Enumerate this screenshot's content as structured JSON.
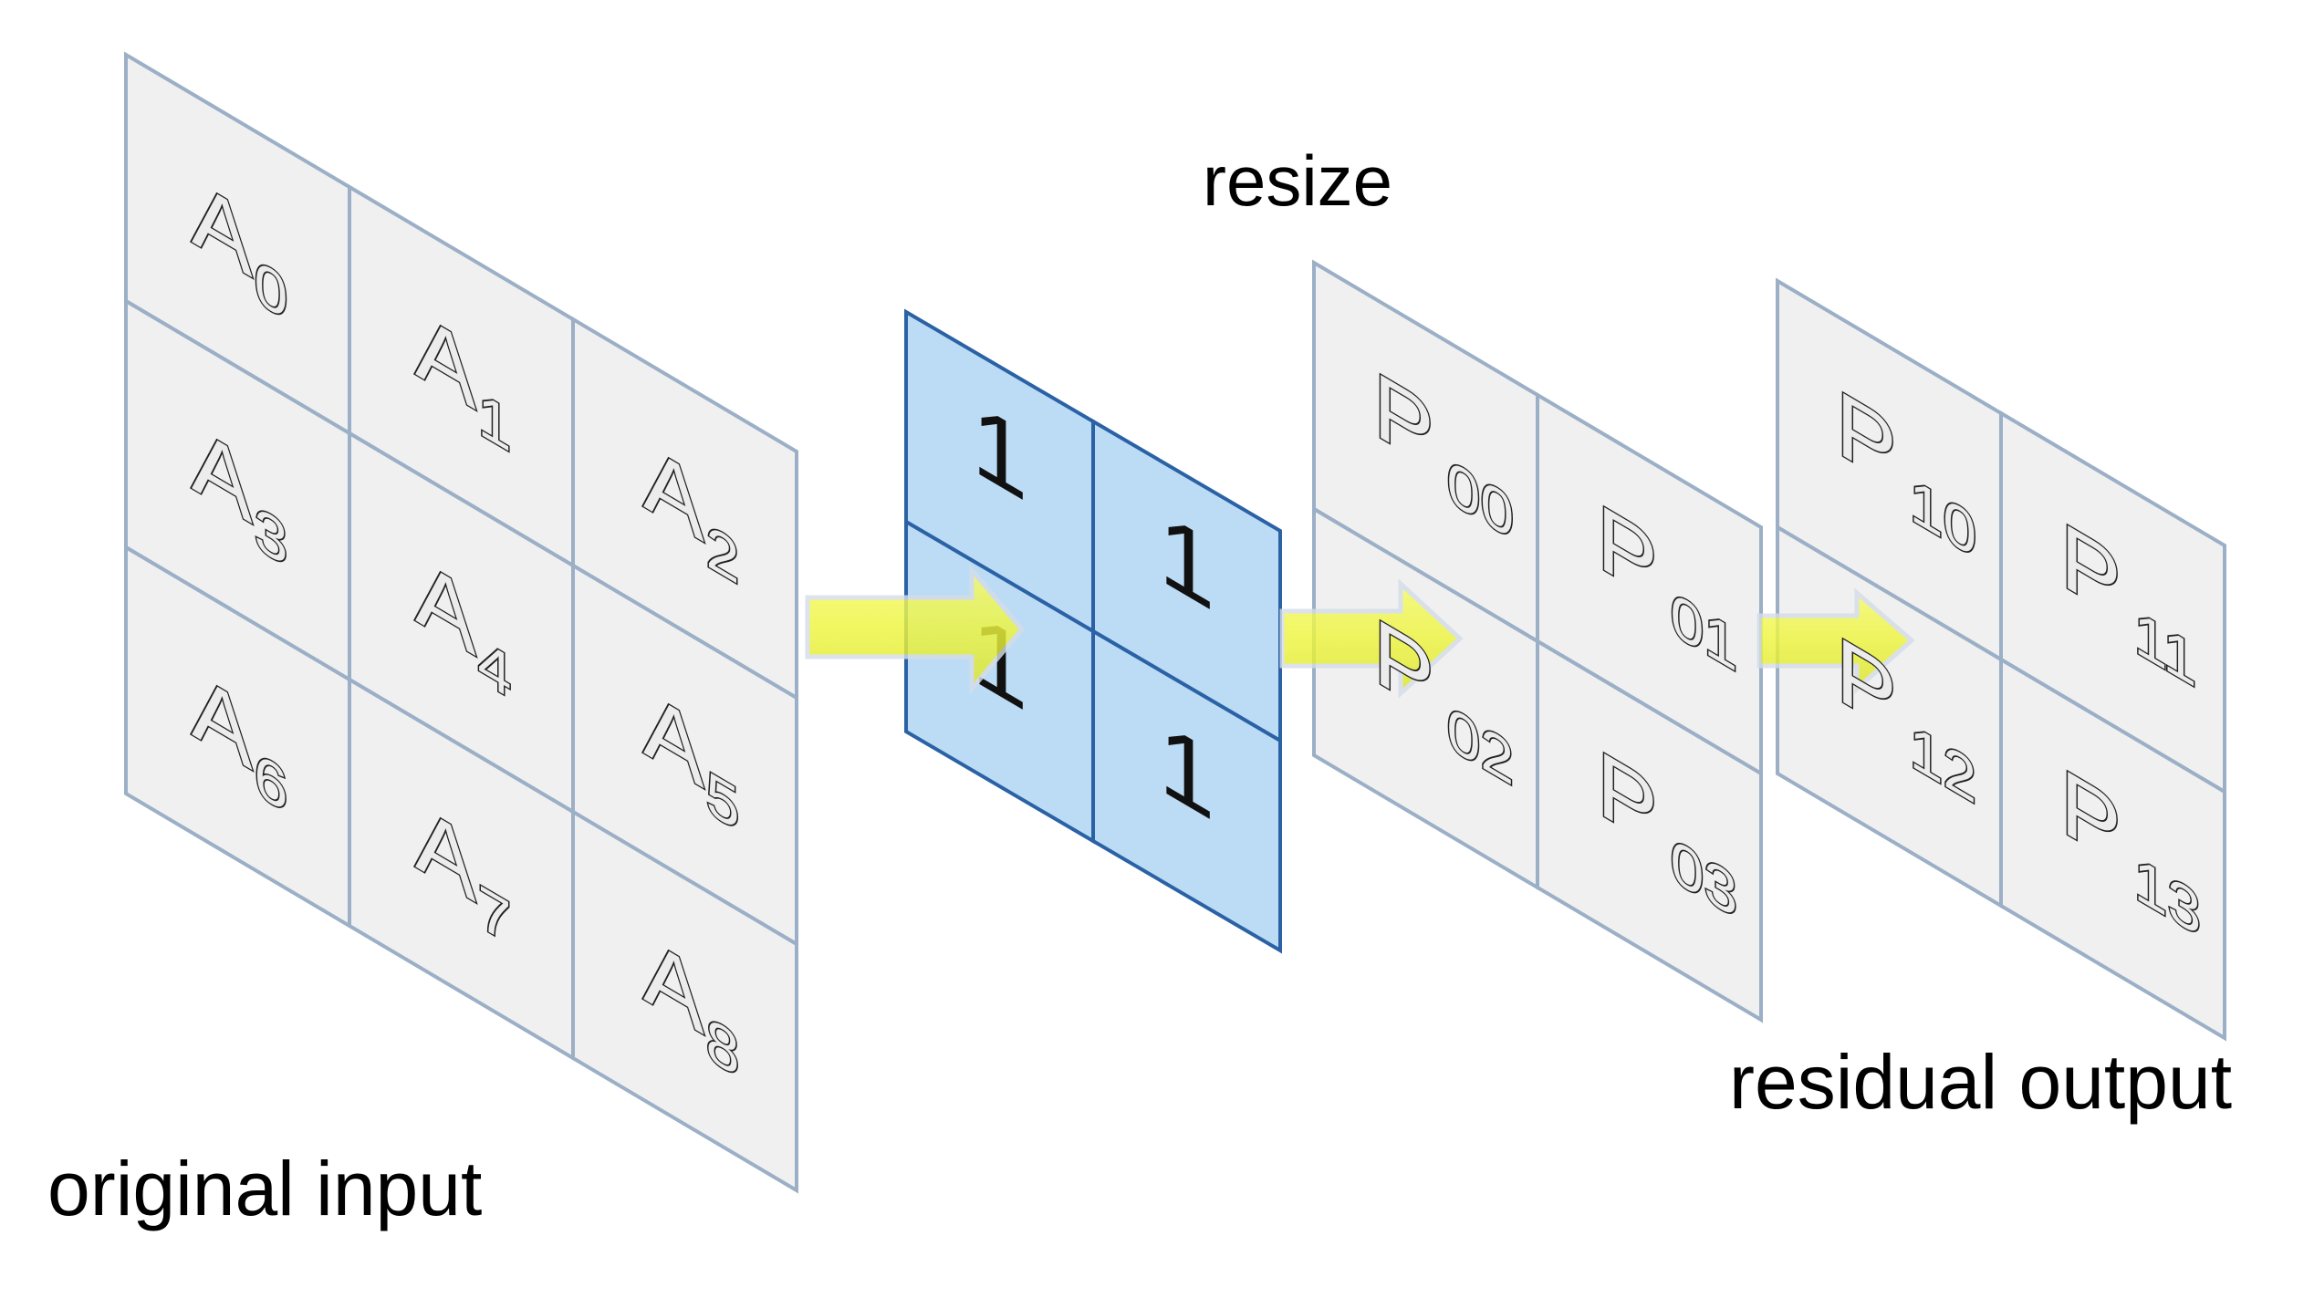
{
  "labels": {
    "original_input": "original input",
    "resize": "resize",
    "residual_output": "residual output"
  },
  "colors": {
    "cell_fill": "#f0f0f0",
    "cell_border": "#9bafc6",
    "kernel_fill": "#bcdcf5",
    "kernel_border": "#2a62a5",
    "arrow_fill": "#eef53e",
    "arrow_edge": "#d5dde8"
  },
  "input_grid": {
    "cells": [
      {
        "base": "A",
        "sub": "0"
      },
      {
        "base": "A",
        "sub": "1"
      },
      {
        "base": "A",
        "sub": "2"
      },
      {
        "base": "A",
        "sub": "3"
      },
      {
        "base": "A",
        "sub": "4"
      },
      {
        "base": "A",
        "sub": "5"
      },
      {
        "base": "A",
        "sub": "6"
      },
      {
        "base": "A",
        "sub": "7"
      },
      {
        "base": "A",
        "sub": "8"
      }
    ]
  },
  "kernel_grid": {
    "cells": [
      "1",
      "1",
      "1",
      "1"
    ]
  },
  "resized_grid_1": {
    "cells": [
      {
        "base": "P",
        "sub": "00"
      },
      {
        "base": "P",
        "sub": "01"
      },
      {
        "base": "P",
        "sub": "02"
      },
      {
        "base": "P",
        "sub": "03"
      }
    ]
  },
  "resized_grid_2": {
    "cells": [
      {
        "base": "P",
        "sub": "10"
      },
      {
        "base": "P",
        "sub": "11"
      },
      {
        "base": "P",
        "sub": "12"
      },
      {
        "base": "P",
        "sub": "13"
      }
    ]
  }
}
